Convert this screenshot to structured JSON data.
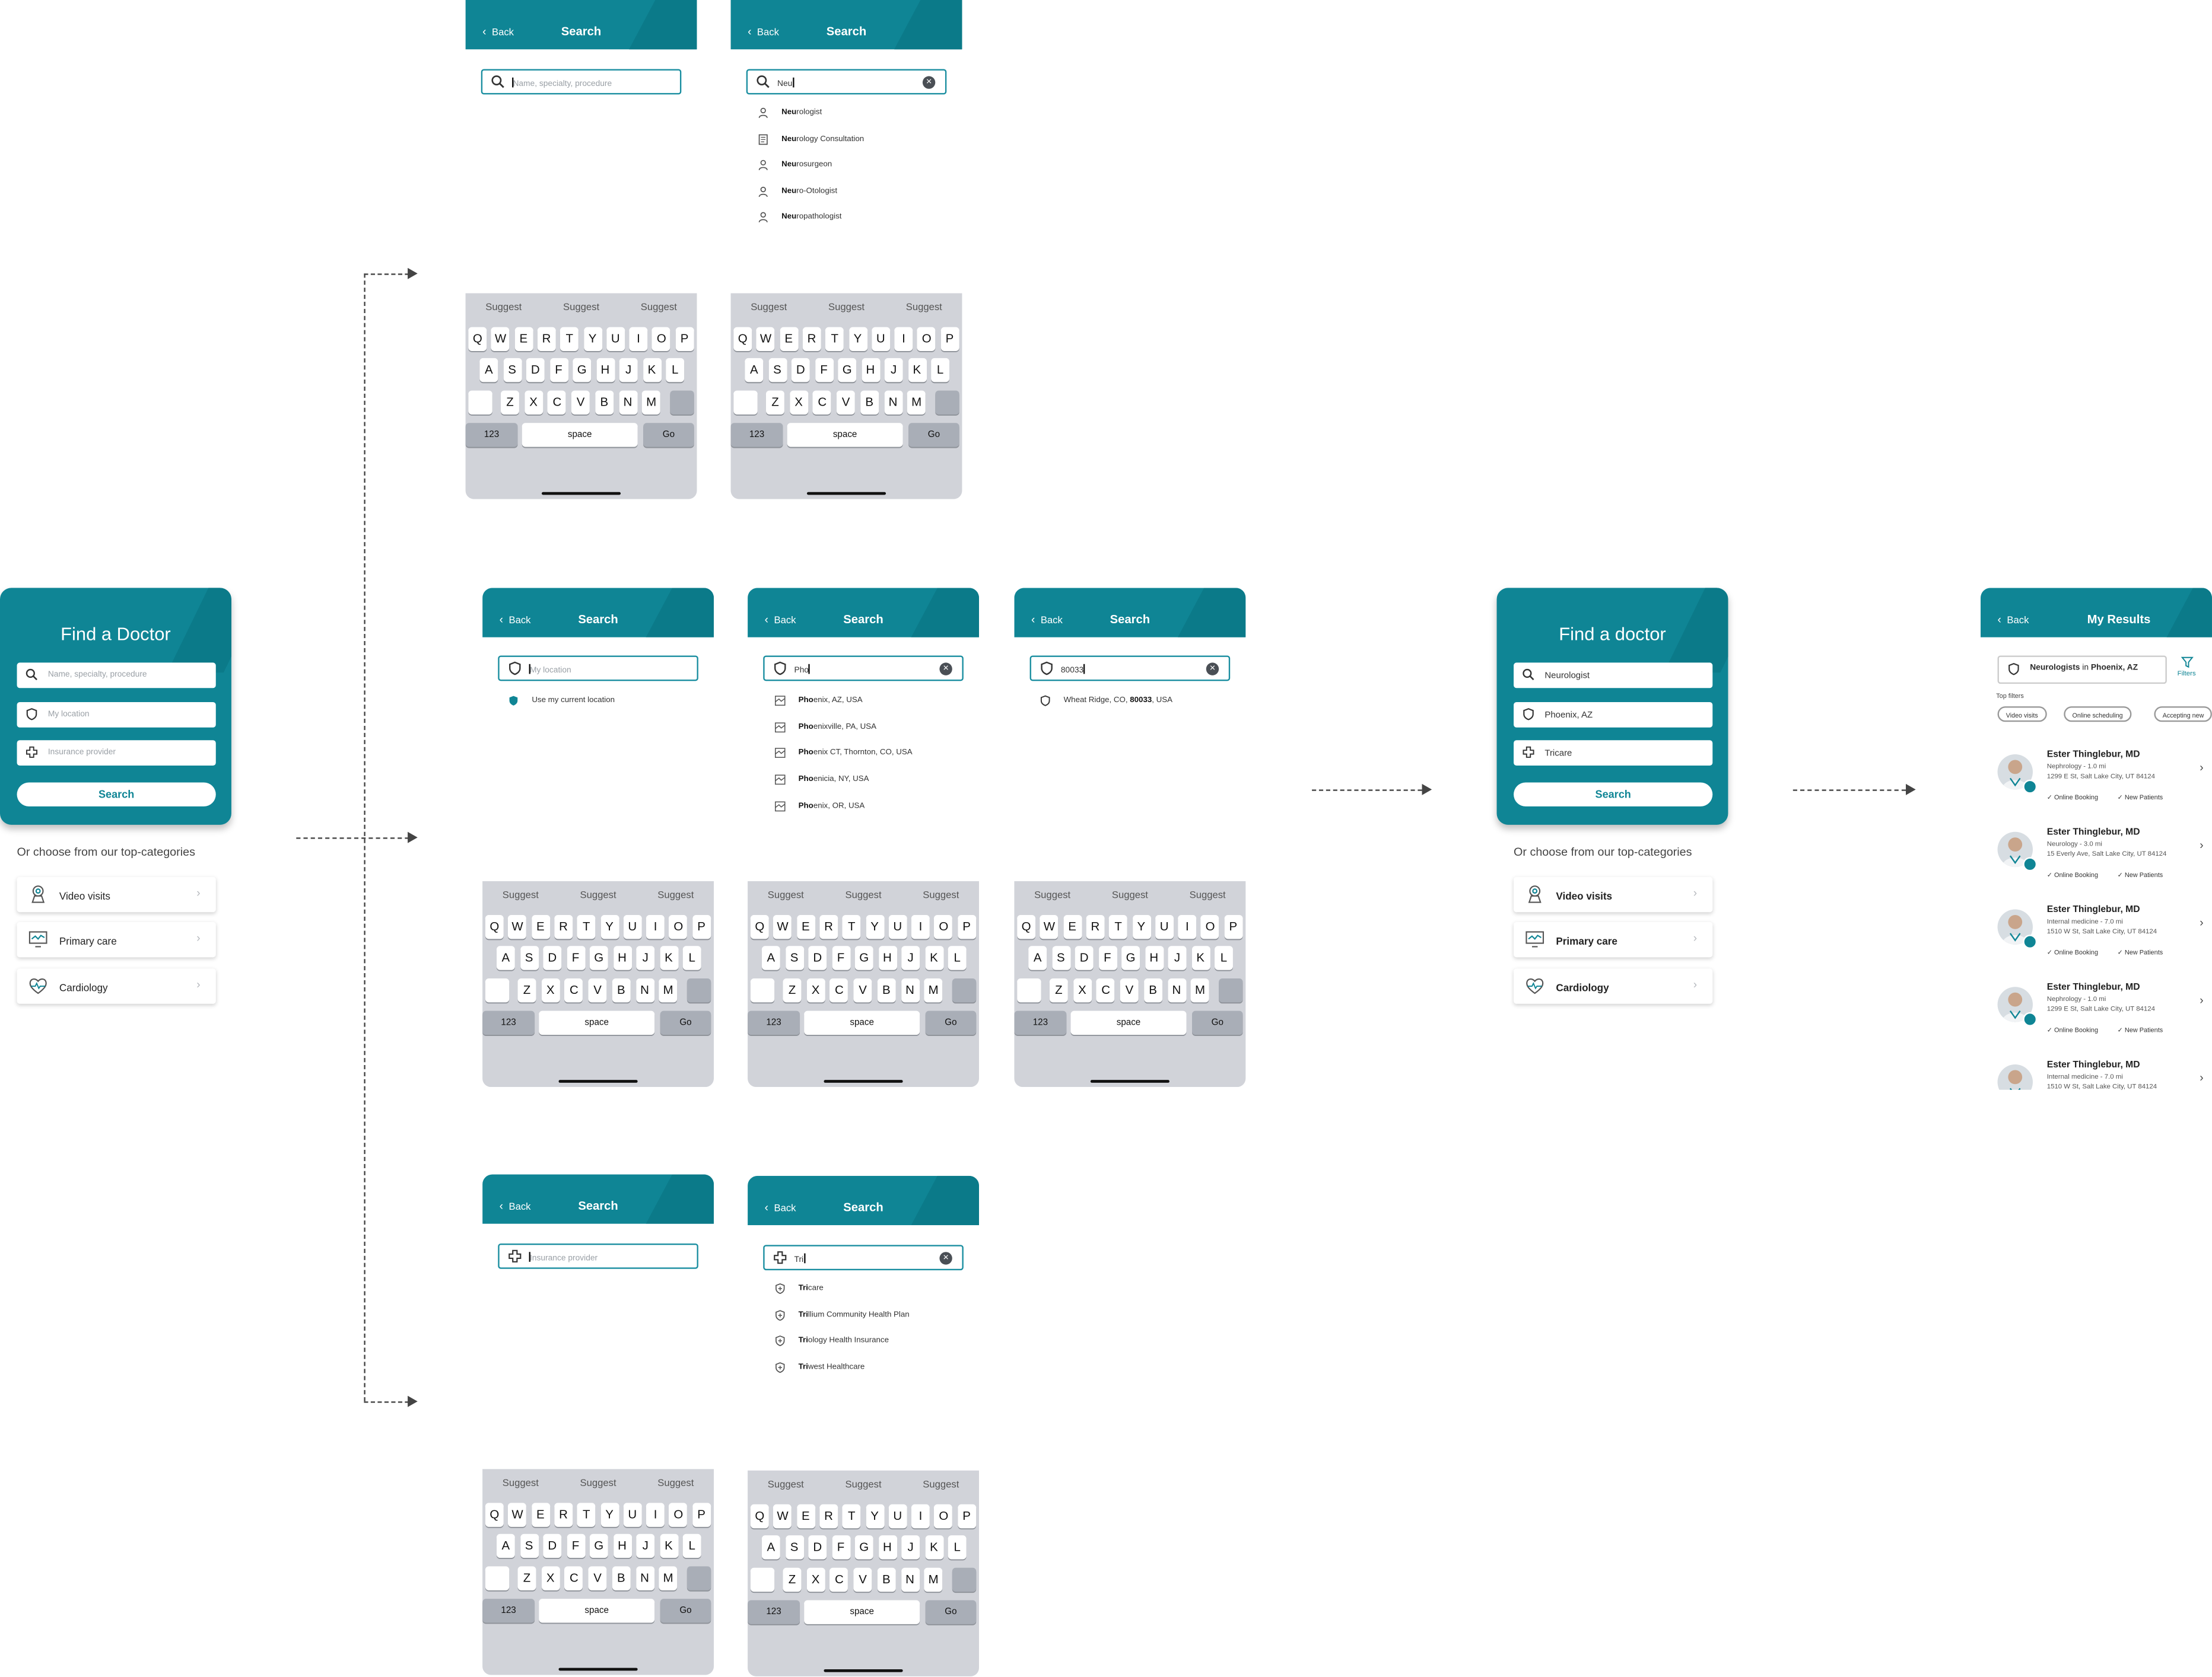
{
  "header": {
    "back_label": "Back",
    "search_title": "Search",
    "results_title": "My Results"
  },
  "keyboard": {
    "suggest": [
      "Suggest",
      "Suggest",
      "Suggest"
    ],
    "row1": [
      "Q",
      "W",
      "E",
      "R",
      "T",
      "Y",
      "U",
      "I",
      "O",
      "P"
    ],
    "row2": [
      "A",
      "S",
      "D",
      "F",
      "G",
      "H",
      "J",
      "K",
      "L"
    ],
    "row3": [
      "Z",
      "X",
      "C",
      "V",
      "B",
      "N",
      "M"
    ],
    "num_label": "123",
    "space_label": "space",
    "go_label": "Go"
  },
  "find_doctor_left": {
    "title": "Find a Doctor",
    "name_placeholder": "Name, specialty, procedure",
    "location_placeholder": "My location",
    "insurance_placeholder": "Insurance provider",
    "search_button": "Search"
  },
  "find_doctor_right": {
    "title": "Find a doctor",
    "name_value": "Neurologist",
    "location_value": "Phoenix, AZ",
    "insurance_value": "Tricare",
    "search_button": "Search"
  },
  "categories": {
    "caption": "Or choose from our top-categories",
    "items": [
      {
        "label": "Video visits",
        "icon": "video-visit-icon"
      },
      {
        "label": "Primary care",
        "icon": "primary-care-icon"
      },
      {
        "label": "Cardiology",
        "icon": "heart-icon"
      }
    ]
  },
  "name_search_empty": {
    "placeholder": "Name, specialty, procedure"
  },
  "name_search_typed": {
    "value": "Neu",
    "suggestions": [
      {
        "match": "Neu",
        "rest": "rologist",
        "icon": "person-icon"
      },
      {
        "match": "Neu",
        "rest": "rology Consultation",
        "icon": "document-icon"
      },
      {
        "match": "Neu",
        "rest": "rosurgeon",
        "icon": "person-icon"
      },
      {
        "match": "Neu",
        "rest": "ro-Otologist",
        "icon": "person-icon"
      },
      {
        "match": "Neu",
        "rest": "ropathologist",
        "icon": "person-icon"
      }
    ]
  },
  "location_search_empty": {
    "placeholder": "My location",
    "current_location": "Use my current location"
  },
  "location_search_typed": {
    "value": "Pho",
    "suggestions": [
      {
        "match": "Pho",
        "rest": "enix, AZ, USA"
      },
      {
        "match": "Pho",
        "rest": "enixville, PA, USA"
      },
      {
        "match": "Pho",
        "rest": "enix CT, Thornton, CO, USA"
      },
      {
        "match": "Pho",
        "rest": "enicia, NY, USA"
      },
      {
        "match": "Pho",
        "rest": "enix, OR, USA"
      }
    ]
  },
  "zip_search_typed": {
    "value": "80033",
    "suggestion_prefix": "Wheat Ridge, CO, ",
    "suggestion_match": "80033",
    "suggestion_suffix": ", USA"
  },
  "insurance_search_empty": {
    "placeholder": "Insurance provider"
  },
  "insurance_search_typed": {
    "value": "Tri",
    "suggestions": [
      {
        "match": "Tri",
        "rest": "care"
      },
      {
        "match": "Tri",
        "rest": "llium Community Health Plan"
      },
      {
        "match": "Tri",
        "rest": "ology Health Insurance"
      },
      {
        "match": "Tri",
        "rest": "west Healthcare"
      }
    ]
  },
  "results": {
    "query_match": "Neurologists",
    "query_in": " in ",
    "query_place": "Phoenix, AZ",
    "filters_label": "Filters",
    "top_filters_label": "Top filters",
    "chips": [
      "Video visits",
      "Online scheduling",
      "Accepting new"
    ],
    "tag_booking": "Online Booking",
    "tag_new": "New Patients",
    "doctors": [
      {
        "name": "Ester Thinglebur, MD",
        "specialty": "Nephrology - 1.0 mi",
        "address": "1299 E St, Salt Lake City, UT 84124"
      },
      {
        "name": "Ester Thinglebur, MD",
        "specialty": "Neurology - 3.0 mi",
        "address": "15 Everly Ave, Salt Lake City, UT 84124"
      },
      {
        "name": "Ester Thinglebur, MD",
        "specialty": "Internal medicine - 7.0 mi",
        "address": "1510 W St, Salt Lake City, UT 84124"
      },
      {
        "name": "Ester Thinglebur, MD",
        "specialty": "Nephrology - 1.0 mi",
        "address": "1299 E St, Salt Lake City, UT 84124"
      },
      {
        "name": "Ester Thinglebur, MD",
        "specialty": "Internal medicine - 7.0 mi",
        "address": "1510 W St, Salt Lake City, UT 84124"
      }
    ]
  },
  "colors": {
    "brand": "#0f8595",
    "keyboard_bg": "#d1d3d9",
    "field_border": "#1a8ea0"
  }
}
